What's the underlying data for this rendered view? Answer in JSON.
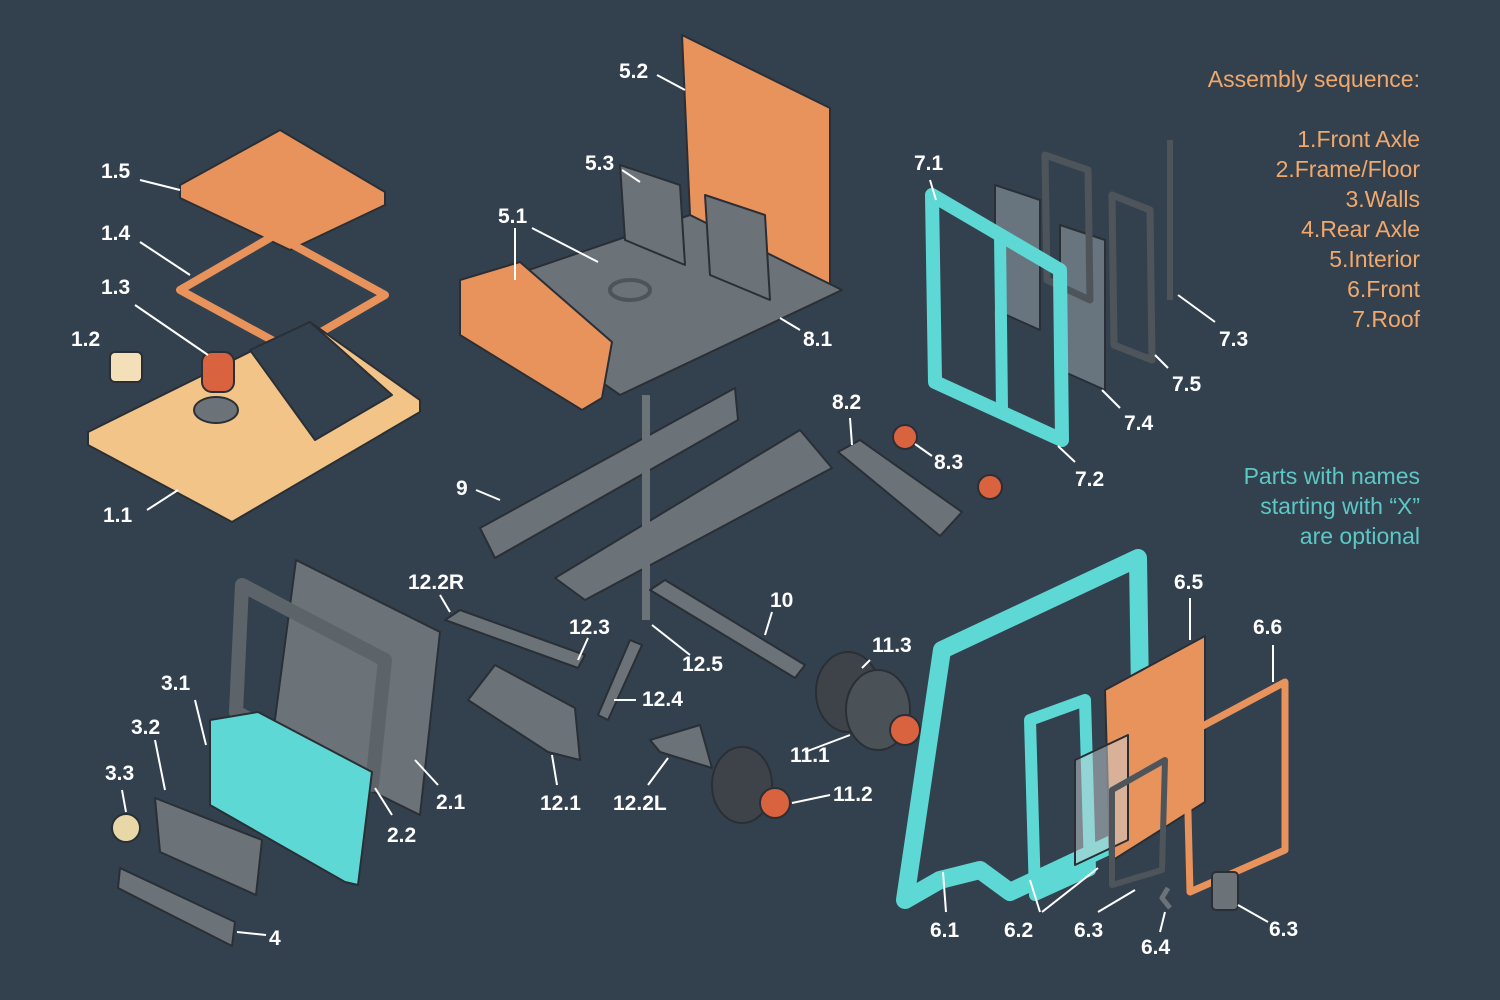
{
  "sequence": {
    "title": "Assembly sequence:",
    "steps": [
      "1.Front Axle",
      "2.Frame/Floor",
      "3.Walls",
      "4.Rear Axle",
      "5.Interior",
      "6.Front",
      "7.Roof"
    ]
  },
  "note": [
    "Parts with names",
    "starting with “X”",
    "are optional"
  ],
  "labels": [
    "1.5",
    "1.4",
    "1.3",
    "1.2",
    "1.1",
    "5.2",
    "5.3",
    "5.1",
    "8.1",
    "7.1",
    "7.3",
    "7.5",
    "7.4",
    "7.2",
    "8.2",
    "8.3",
    "9",
    "12.2R",
    "12.3",
    "10",
    "12.5",
    "12.4",
    "11.3",
    "11.1",
    "11.2",
    "12.1",
    "12.2L",
    "3.1",
    "3.2",
    "3.3",
    "2.1",
    "2.2",
    "4",
    "6.5",
    "6.6",
    "6.1",
    "6.2",
    "6.3",
    "6.4",
    "6.3"
  ],
  "colors": {
    "background": "#33414f",
    "orange_part": "#e8925c",
    "cyan_part": "#5ed8d4",
    "gray_part": "#6c7378",
    "text_orange": "#f2a86a",
    "text_cyan": "#5cc8c6"
  }
}
